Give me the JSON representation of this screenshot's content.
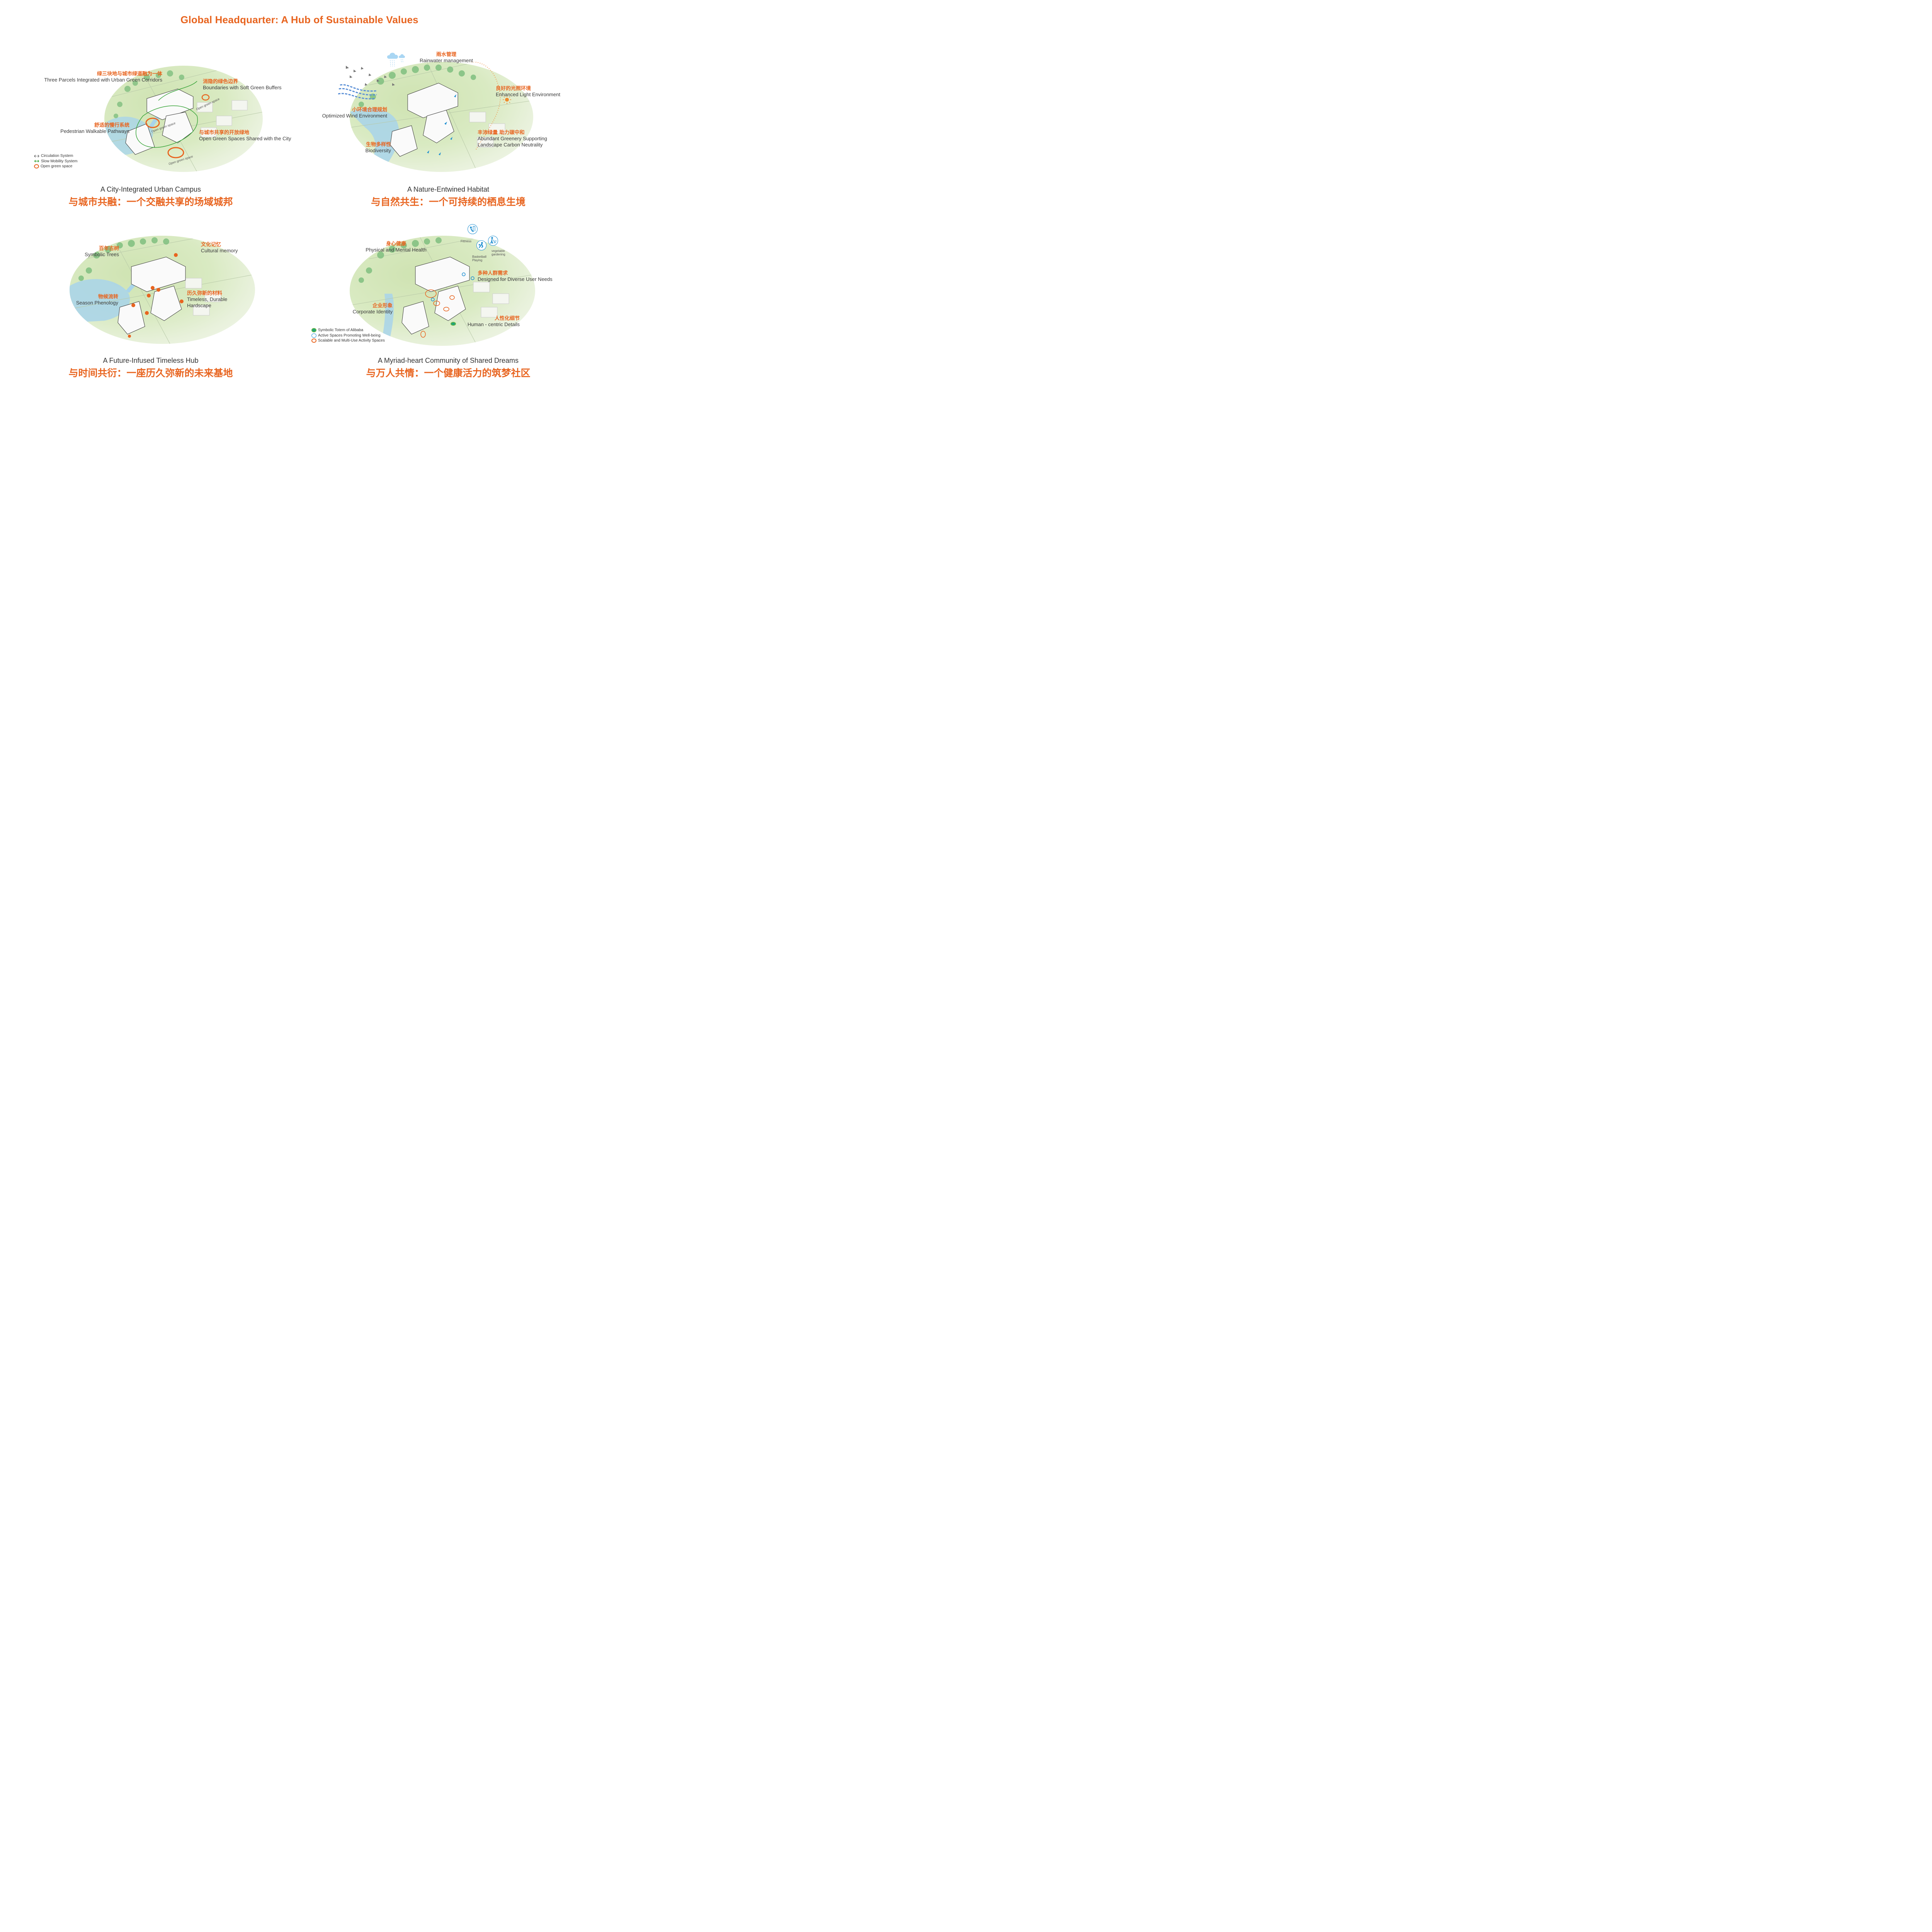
{
  "title": "Global Headquarter: A Hub of Sustainable Values",
  "colors": {
    "accent_orange": "#e8641f",
    "text_gray": "#3a3a3a",
    "slow_mobility_green": "#3aa53a",
    "active_blue": "#1f8fd1",
    "totem_green": "#1fa37a",
    "map_green": "#d9eac2",
    "water_blue": "#a8d4ea",
    "wind_blue": "#5a8fd6"
  },
  "panels": [
    {
      "id": "city-integrated",
      "caption_en": "A City-Integrated Urban Campus",
      "caption_zh": "与城市共融：一个交融共享的场域城邦",
      "annotations": [
        {
          "zh": "绿三块地与城市绿道融为一体",
          "en": "Three Parcels Integrated with Urban Green Corridors"
        },
        {
          "zh": "消隐的绿色边界",
          "en": "Boundaries with Soft Green Buffers"
        },
        {
          "zh": "舒适的慢行系统",
          "en": "Pedestrian Walkable Pathways"
        },
        {
          "zh": "与城市共享的开放绿地",
          "en": "Open Green Spaces Shared with the City"
        }
      ],
      "map_labels": [
        "Open green space",
        "Open green space",
        "Open green space"
      ],
      "legend": [
        {
          "icon": "dashed-double-arrow-icon",
          "label": "Circulation System"
        },
        {
          "icon": "green-double-arrow-icon",
          "label": "Slow Mobility System"
        },
        {
          "icon": "orange-ring-icon",
          "label": "Open green space"
        }
      ]
    },
    {
      "id": "nature-entwined",
      "caption_en": "A Nature-Entwined Habitat",
      "caption_zh": "与自然共生：一个可持续的栖息生境",
      "annotations": [
        {
          "zh": "雨水管理",
          "en": "Rainwater management"
        },
        {
          "zh": "良好的光照环境",
          "en": "Enhanced Light Environment"
        },
        {
          "zh": "小环境合理规划",
          "en": "Optimized Wind Environment"
        },
        {
          "zh": "丰沛绿量 助力碳中和",
          "en": "Abundant Greenery Supporting Landscape Carbon Neutrality"
        },
        {
          "zh": "生物多样性",
          "en": "Biodiversity"
        }
      ]
    },
    {
      "id": "future-infused",
      "caption_en": "A Future-Infused Timeless Hub",
      "caption_zh": "与时间共衍：一座历久弥新的未来基地",
      "annotations": [
        {
          "zh": "百年古树",
          "en": "Symbolic Trees"
        },
        {
          "zh": "文化记忆",
          "en": "Cultural memory"
        },
        {
          "zh": "物候流转",
          "en": "Season Phenology"
        },
        {
          "zh": "历久弥新的材料",
          "en": "Timeless, Durable Hardscape"
        }
      ]
    },
    {
      "id": "myriad-heart",
      "caption_en": "A Myriad-heart Community of Shared Dreams",
      "caption_zh": "与万人共情：一个健康活力的筑梦社区",
      "annotations": [
        {
          "zh": "身心健康",
          "en": "Physical and Mental Health"
        },
        {
          "zh": "多种人群需求",
          "en": "Designed for Diverse User Needs"
        },
        {
          "zh": "企业形象",
          "en": "Corporate Identity"
        },
        {
          "zh": "人性化细节",
          "en": "Human - centric Details"
        }
      ],
      "activity_labels": {
        "fitness": "Fittness",
        "basketball": "Basketball Playing",
        "gardening": "vegetable gardening"
      },
      "legend": [
        {
          "icon": "green-dot-icon",
          "label": "Symbolic Totem of Alibaba"
        },
        {
          "icon": "blue-ring-icon",
          "label": "Active Spaces Promoting Well-being"
        },
        {
          "icon": "orange-ring-icon",
          "label": "Scalable and Multi-Use Activity Spaces"
        }
      ]
    }
  ]
}
